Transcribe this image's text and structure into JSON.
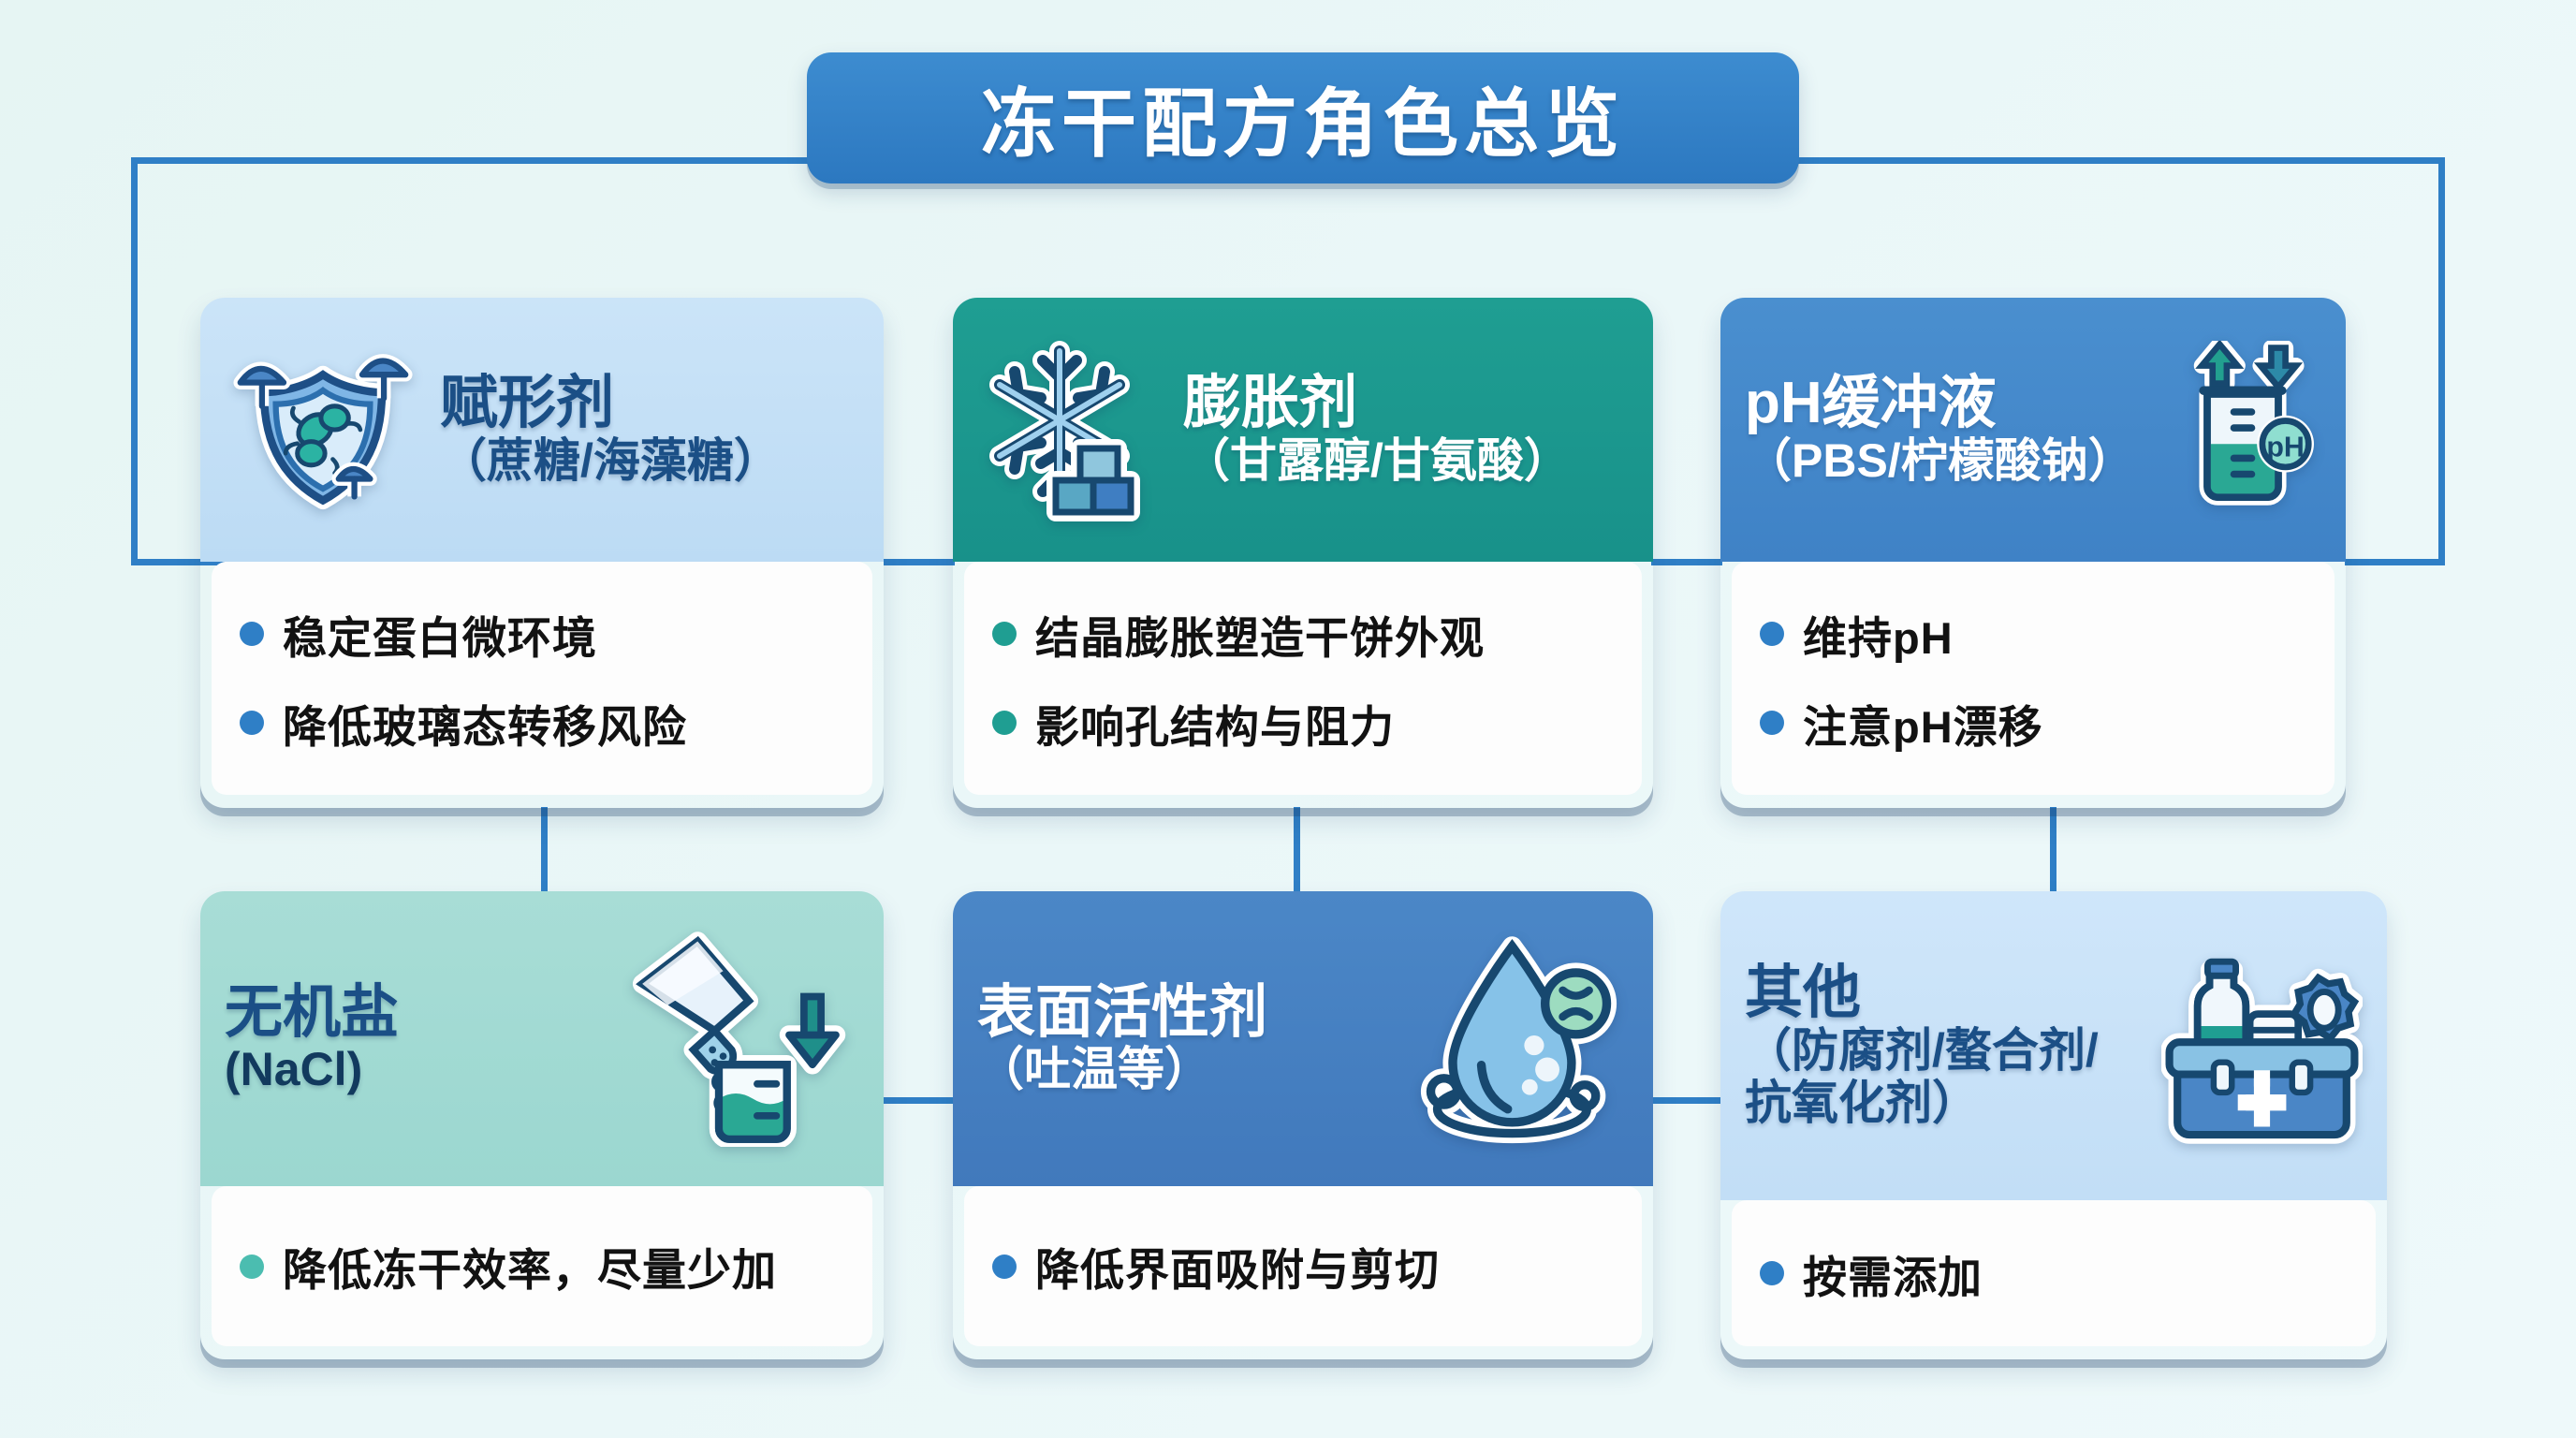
{
  "title": {
    "text": "冻干配方角色总览"
  },
  "colors": {
    "accent_blue": "#2f7fc6",
    "title_bar": "#2c78c0",
    "teal": "#18918a",
    "mint": "#9bd7d0",
    "pale_blue": "#c2def6",
    "steel_blue": "#4179bc",
    "background": "#e8f6f6",
    "bullet_blue": "#2f7fc6",
    "bullet_teal": "#1f9e92"
  },
  "cards": [
    {
      "id": "excipient",
      "title": "赋形剂",
      "subtitle": "（蔗糖/海藻糖）",
      "icon": "shield-umbrella-icon",
      "icon_side": "left",
      "bullets": [
        "稳定蛋白微环境",
        "降低玻璃态转移风险"
      ]
    },
    {
      "id": "bulking-agent",
      "title": "膨胀剂",
      "subtitle": "（甘露醇/甘氨酸）",
      "icon": "snowflake-blocks-icon",
      "icon_side": "left",
      "bullets": [
        "结晶膨胀塑造干饼外观",
        "影响孔结构与阻力"
      ]
    },
    {
      "id": "ph-buffer",
      "title": "pH缓冲液",
      "subtitle": "（PBS/柠檬酸钠）",
      "icon": "beaker-ph-icon",
      "icon_side": "right",
      "bullets": [
        "维持pH",
        "注意pH漂移"
      ]
    },
    {
      "id": "inorganic-salt",
      "title": "无机盐",
      "subtitle": "(NaCl)",
      "icon": "salt-shaker-beaker-icon",
      "icon_side": "right",
      "bullets": [
        "降低冻干效率，尽量少加"
      ]
    },
    {
      "id": "surfactant",
      "title": "表面活性剂",
      "subtitle": "（吐温等）",
      "icon": "water-droplet-icon",
      "icon_side": "right",
      "bullets": [
        "降低界面吸附与剪切"
      ]
    },
    {
      "id": "others",
      "title": "其他",
      "subtitle": "（防腐剂/螯合剂/\n抗氧化剂）",
      "icon": "medical-toolbox-icon",
      "icon_side": "right",
      "bullets": [
        "按需添加"
      ]
    }
  ]
}
